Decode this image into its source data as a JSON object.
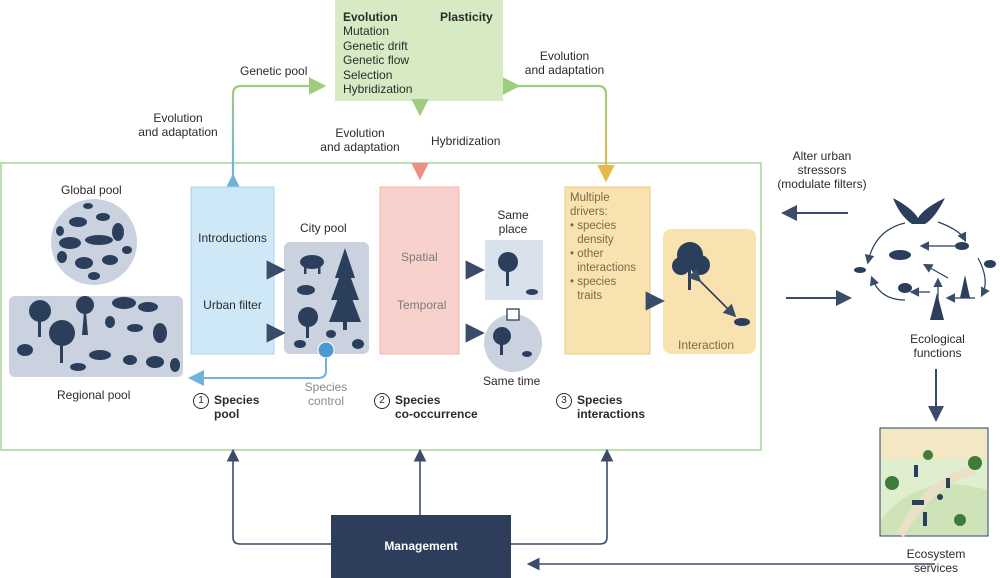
{
  "evolution_box": {
    "heading_evolution": "Evolution",
    "heading_plasticity": "Plasticity",
    "items": [
      "Mutation",
      "Genetic drift",
      "Genetic flow",
      "Selection",
      "Hybridization"
    ]
  },
  "arrow_labels": {
    "genetic_pool": "Genetic pool",
    "evolution_adaptation_left": "Evolution\nand adaptation",
    "evolution_adaptation_mid": "Evolution\nand adaptation",
    "hybridization": "Hybridization",
    "evolution_adaptation_right": "Evolution\nand adaptation"
  },
  "pools": {
    "global": "Global pool",
    "regional": "Regional pool",
    "city": "City pool",
    "species_control": "Species\ncontrol"
  },
  "filters": {
    "introductions": "Introductions",
    "urban_filter": "Urban filter",
    "spatial": "Spatial",
    "temporal": "Temporal"
  },
  "cooccurrence": {
    "same_place": "Same\nplace",
    "same_time": "Same time"
  },
  "drivers": {
    "title": "Multiple\ndrivers:",
    "items": [
      "species\ndensity",
      "other\ninteractions",
      "species\ntraits"
    ]
  },
  "interaction_label": "Interaction",
  "steps": [
    {
      "num": "1",
      "label": "Species\npool"
    },
    {
      "num": "2",
      "label": "Species\nco-occurrence"
    },
    {
      "num": "3",
      "label": "Species\ninteractions"
    }
  ],
  "right_side": {
    "alter_stressors": "Alter urban\nstressors\n(modulate filters)",
    "ecological_functions": "Ecological\nfunctions",
    "ecosystem_services": "Ecosystem\nservices"
  },
  "management": "Management",
  "colors": {
    "green_box": "#d6ebc4",
    "blue_box": "#cfe8f8",
    "red_box": "#f9d1cc",
    "yellow_box": "#f8e2b0",
    "navy": "#2e3d5b",
    "silhouette": "#2b3f5c",
    "frame_green": "#a7d29a"
  }
}
